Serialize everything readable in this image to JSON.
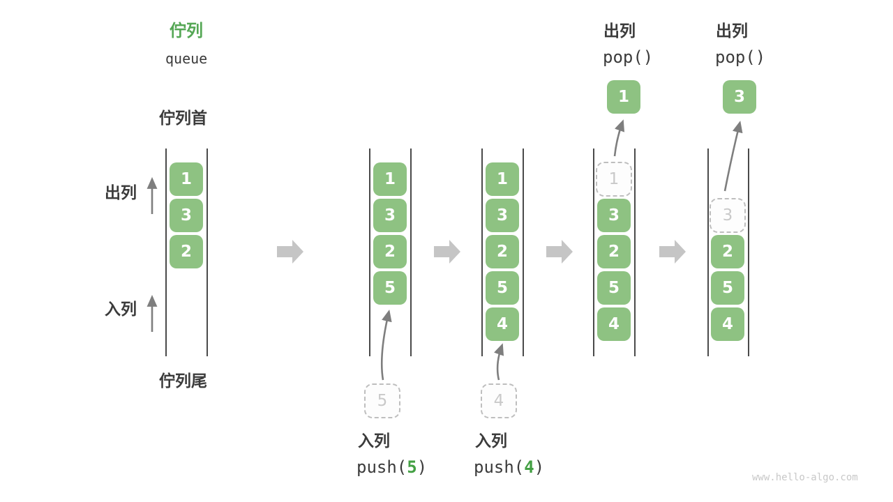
{
  "diagram": {
    "title_zh": "佇列",
    "title_en": "queue",
    "front_label": "佇列首",
    "rear_label": "佇列尾",
    "dequeue_side_label": "出列",
    "enqueue_side_label": "入列",
    "watermark": "www.hello-algo.com"
  },
  "colors": {
    "cell_green": "#8EC282",
    "title_green": "#55A755",
    "code_green": "#44A044",
    "text_dark": "#3B3B3B",
    "line_dark": "#4A4A4A",
    "arrow_gray": "#7E7E7E",
    "block_arrow_gray": "#C5C5C5",
    "dashed_border": "#BEBEBE",
    "dashed_text": "#C9C9C9",
    "watermark_gray": "#C8C8C8"
  },
  "queues": [
    {
      "cells": [
        "1",
        "3",
        "2"
      ]
    },
    {
      "cells": [
        "1",
        "3",
        "2",
        "5"
      ],
      "staged_value": "5",
      "op": {
        "label": "入列",
        "code_prefix": "push(",
        "code_arg": "5",
        "code_suffix": ")"
      }
    },
    {
      "cells": [
        "1",
        "3",
        "2",
        "5",
        "4"
      ],
      "staged_value": "4",
      "op": {
        "label": "入列",
        "code_prefix": "push(",
        "code_arg": "4",
        "code_suffix": ")"
      }
    },
    {
      "cells": [
        "3",
        "2",
        "5",
        "4"
      ],
      "dashed_value": "1",
      "popped_value": "1",
      "op": {
        "label": "出列",
        "code": "pop()"
      }
    },
    {
      "cells": [
        "2",
        "5",
        "4"
      ],
      "dashed_value": "3",
      "popped_value": "3",
      "op": {
        "label": "出列",
        "code": "pop()"
      }
    }
  ]
}
